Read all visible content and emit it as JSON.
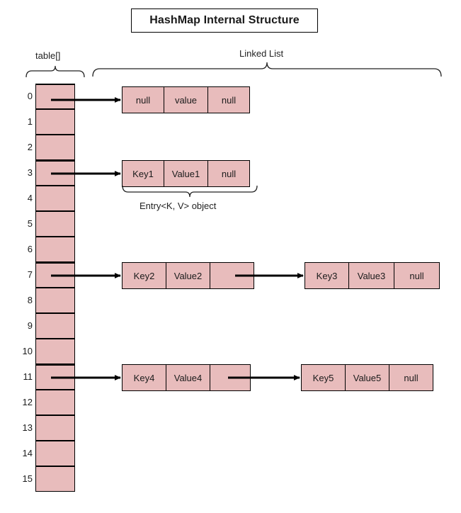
{
  "title": "HashMap Internal Structure",
  "labels": {
    "table_bracket": "table[]",
    "linked_list_bracket": "Linked List",
    "entry_bracket": "Entry<K, V> object"
  },
  "colors": {
    "cell_fill": "#e8bcbc",
    "stroke": "#000000",
    "background": "#ffffff",
    "text": "#1b1b1b"
  },
  "table": {
    "size": 16,
    "indices": [
      "0",
      "1",
      "2",
      "3",
      "4",
      "5",
      "6",
      "7",
      "8",
      "9",
      "10",
      "11",
      "12",
      "13",
      "14",
      "15"
    ],
    "occupied_indices": [
      0,
      3,
      7,
      11
    ]
  },
  "buckets": [
    {
      "index": "0",
      "chain": [
        {
          "key": "null",
          "value": "value",
          "next": "null"
        }
      ]
    },
    {
      "index": "3",
      "chain": [
        {
          "key": "Key1",
          "value": "Value1",
          "next": "null"
        }
      ]
    },
    {
      "index": "7",
      "chain": [
        {
          "key": "Key2",
          "value": "Value2",
          "next": ""
        },
        {
          "key": "Key3",
          "value": "Value3",
          "next": "null"
        }
      ]
    },
    {
      "index": "11",
      "chain": [
        {
          "key": "Key4",
          "value": "Value4",
          "next": ""
        },
        {
          "key": "Key5",
          "value": "Value5",
          "next": "null"
        }
      ]
    }
  ]
}
